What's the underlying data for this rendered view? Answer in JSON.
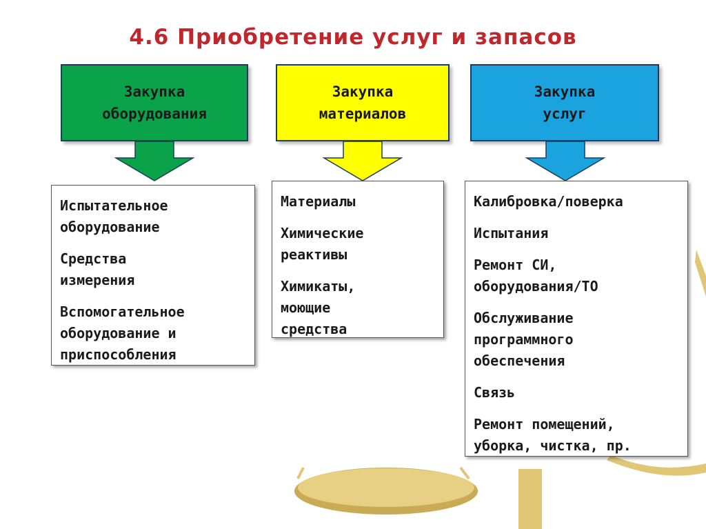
{
  "title": "4.6 Приобретение услуг и запасов",
  "colors": {
    "title": "#c0272d",
    "green": "#0ba34a",
    "yellow": "#ffff00",
    "blue": "#1aa3df",
    "decor": "#e1c676"
  },
  "columns": [
    {
      "header_line1": "Закупка",
      "header_line2": "оборудования",
      "items": [
        "Испытательное\nоборудование",
        "Средства\nизмерения",
        "Вспомогательное\nоборудование и\nприспособления"
      ]
    },
    {
      "header_line1": "Закупка",
      "header_line2": "материалов",
      "items": [
        "Материалы",
        "Химические\nреактивы",
        "Химикаты,\nмоющие\nсредства"
      ]
    },
    {
      "header_line1": "Закупка",
      "header_line2": "услуг",
      "items": [
        "Калибровка/поверка",
        "Испытания",
        "Ремонт СИ,\nоборудования/ТО",
        "Обслуживание\nпрограммного\nобеспечения",
        "Связь",
        "Ремонт помещений,\nуборка, чистка, пр."
      ]
    }
  ]
}
